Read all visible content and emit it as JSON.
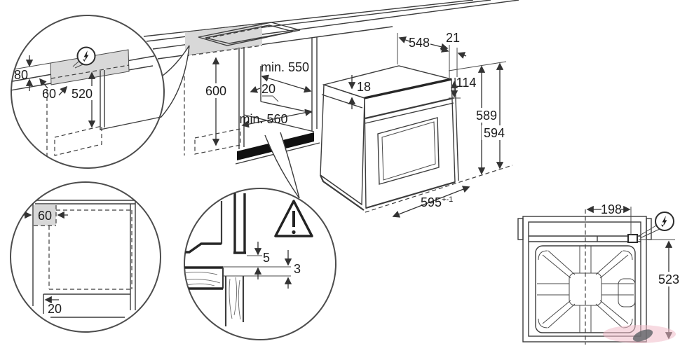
{
  "detail_top_left": {
    "d80": "80",
    "d60": "60",
    "d520": "520",
    "electrical_icon": "lightning-bolt-circle"
  },
  "cabinet_view": {
    "d600": "600",
    "min550": "min. 550",
    "d20": "20",
    "min560": "min. 560"
  },
  "oven_view": {
    "d548": "548",
    "d21": "21",
    "d18": "18",
    "d114": "114",
    "d589": "589",
    "d594": "594",
    "d595": "595",
    "d595_tol": "+-1"
  },
  "detail_bottom_left": {
    "d60": "60",
    "d20": "20"
  },
  "detail_section": {
    "d5": "5",
    "d3": "3",
    "warning_icon": "exclamation-triangle"
  },
  "rear_view": {
    "d198": "198",
    "d523": "523",
    "electrical_icon": "lightning-bolt-circle"
  },
  "colors": {
    "line": "#3c3c3c",
    "shade": "#d8d8d8",
    "vent_strip": "#111111",
    "watermark_pink": "#f0bcc8"
  }
}
